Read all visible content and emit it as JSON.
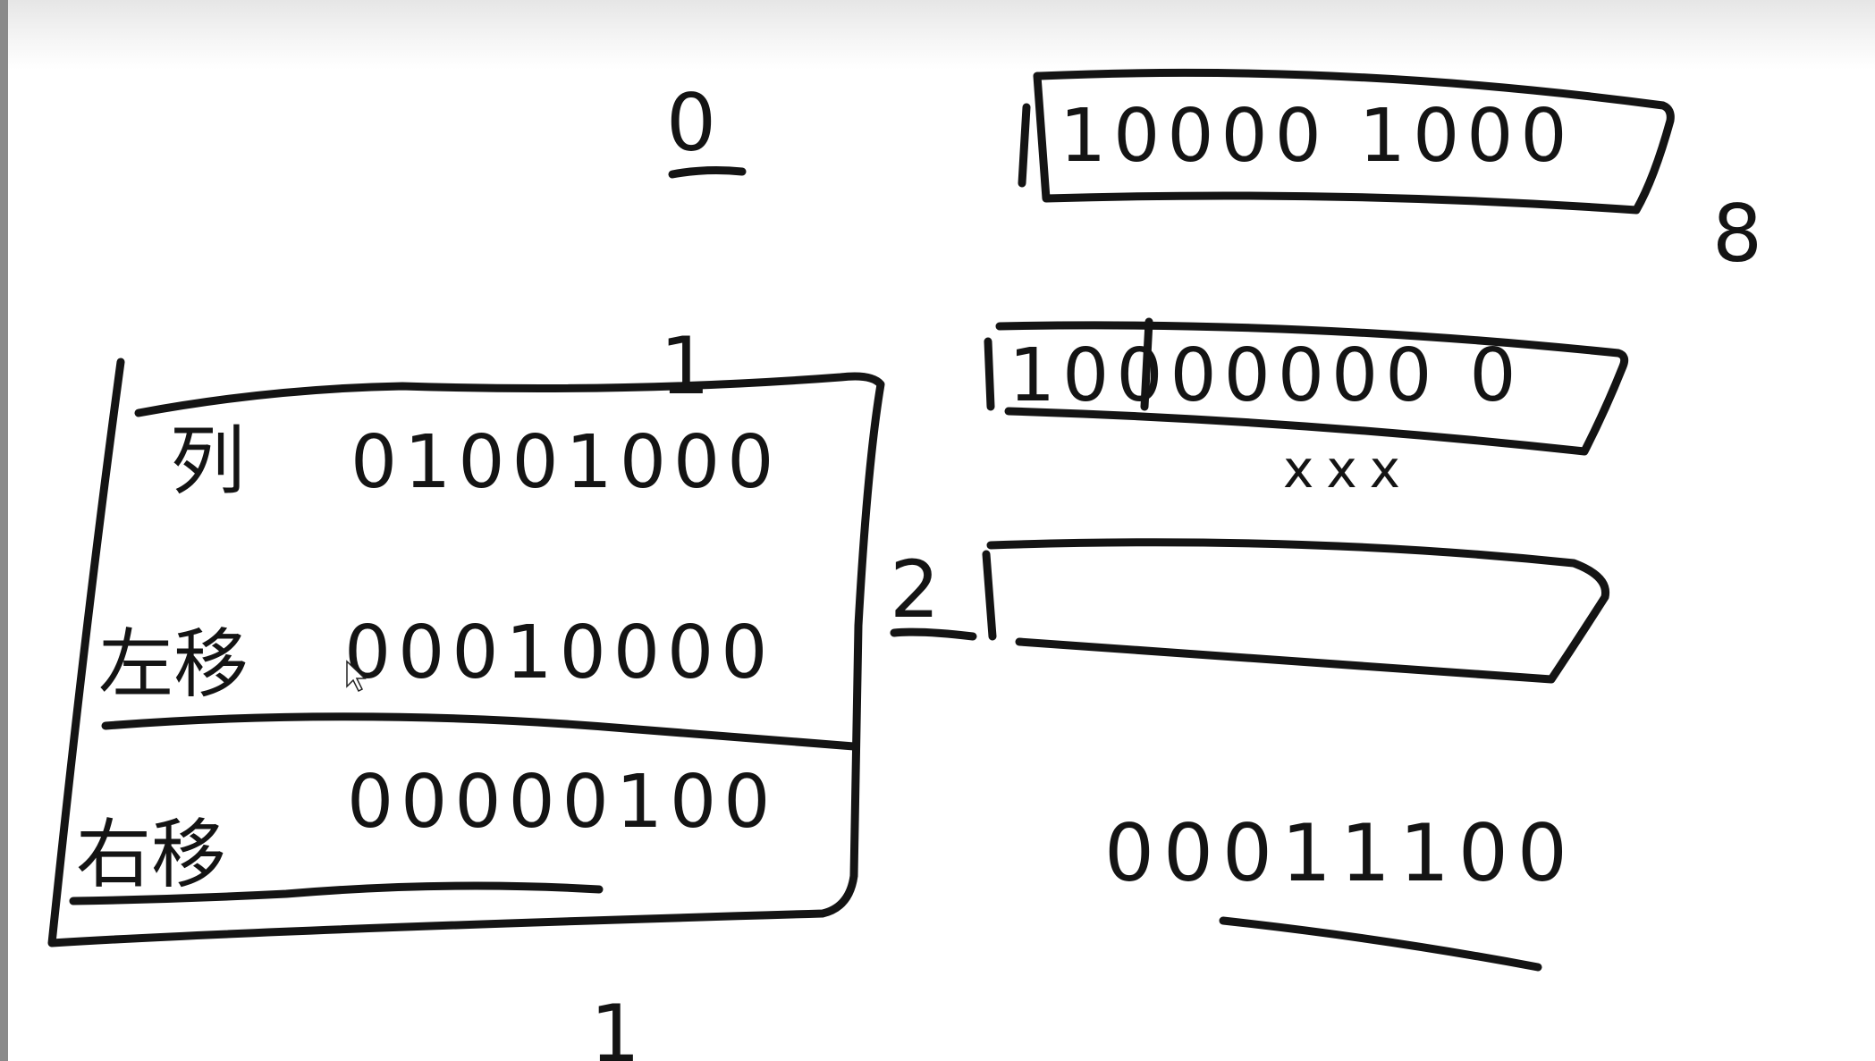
{
  "top_marks": {
    "zero": "0",
    "one": "1",
    "two": "2",
    "bottom_one": "1"
  },
  "right_boxes": {
    "box1_bits": "10000 1000",
    "box1_side_label": "8",
    "box2_bits": "10000000 0",
    "box2_marks": "xxx",
    "box3_bits": ""
  },
  "left_table": {
    "row1": {
      "label": "列",
      "bits": "01001000"
    },
    "row2": {
      "label": "左移",
      "bits": "00010000"
    },
    "row3": {
      "label": "右移",
      "bits": "00000100"
    }
  },
  "bottom_right_bits": "00011100"
}
